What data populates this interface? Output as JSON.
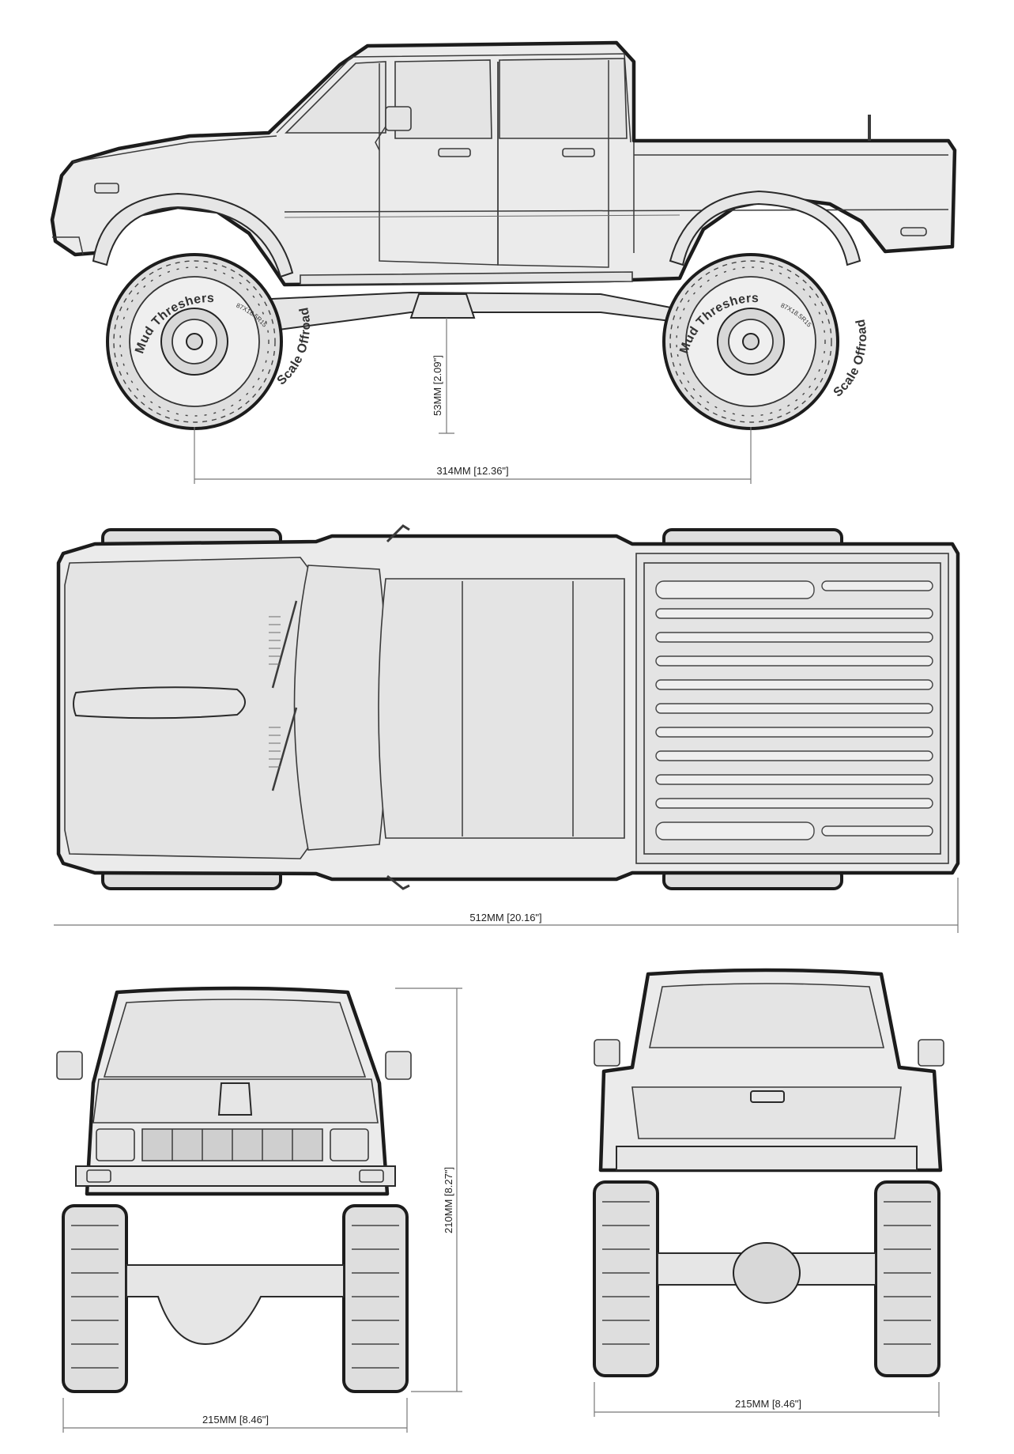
{
  "views": {
    "side": {
      "name": "side-view"
    },
    "top": {
      "name": "top-view"
    },
    "front": {
      "name": "front-view"
    },
    "rear": {
      "name": "rear-view"
    }
  },
  "dimensions": {
    "ground_clearance": "53MM [2.09\"]",
    "wheelbase": "314MM [12.36\"]",
    "overall_length": "512MM [20.16\"]",
    "overall_height": "210MM [8.27\"]",
    "front_width": "215MM [8.46\"]",
    "rear_width": "215MM [8.46\"]"
  },
  "tire_sidewall": {
    "brand": "Mud Threshers",
    "size": "87X18.5R15",
    "brand2": "Scale Offroad"
  },
  "colors": {
    "outline": "#1c1c1c",
    "fill": "#ebebeb",
    "dimension_line": "#777777"
  }
}
